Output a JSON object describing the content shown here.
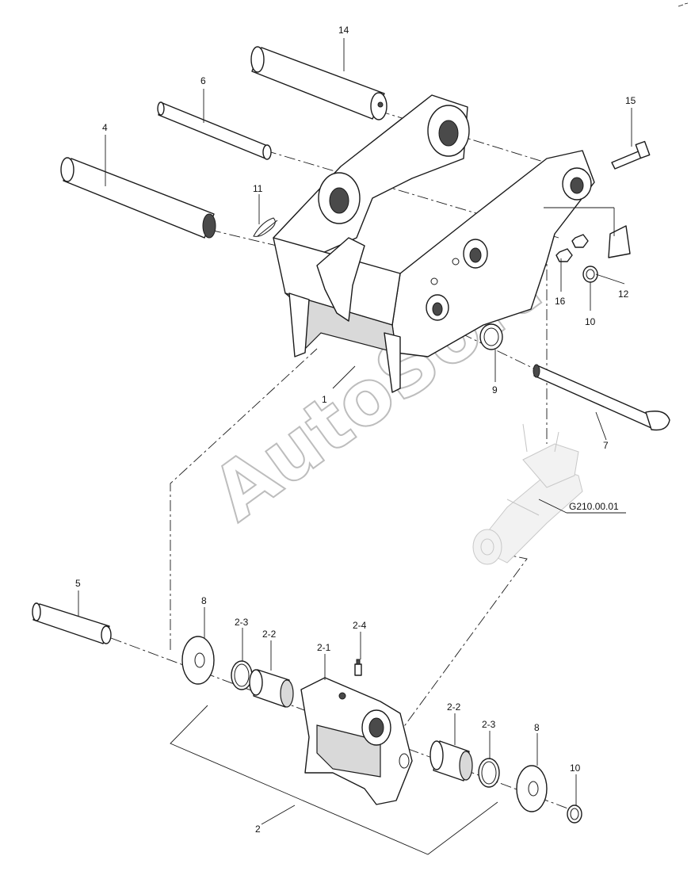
{
  "diagram": {
    "watermark": "AutoSoft",
    "reference": "G210.00.01",
    "callouts": {
      "c1": "1",
      "c2": "2",
      "c2_1": "2-1",
      "c2_2a": "2-2",
      "c2_2b": "2-2",
      "c2_3a": "2-3",
      "c2_3b": "2-3",
      "c2_4": "2-4",
      "c4": "4",
      "c5": "5",
      "c6": "6",
      "c7": "7",
      "c8a": "8",
      "c8b": "8",
      "c9": "9",
      "c10a": "10",
      "c10b": "10",
      "c11": "11",
      "c12": "12",
      "c14": "14",
      "c15": "15",
      "c16": "16"
    }
  }
}
